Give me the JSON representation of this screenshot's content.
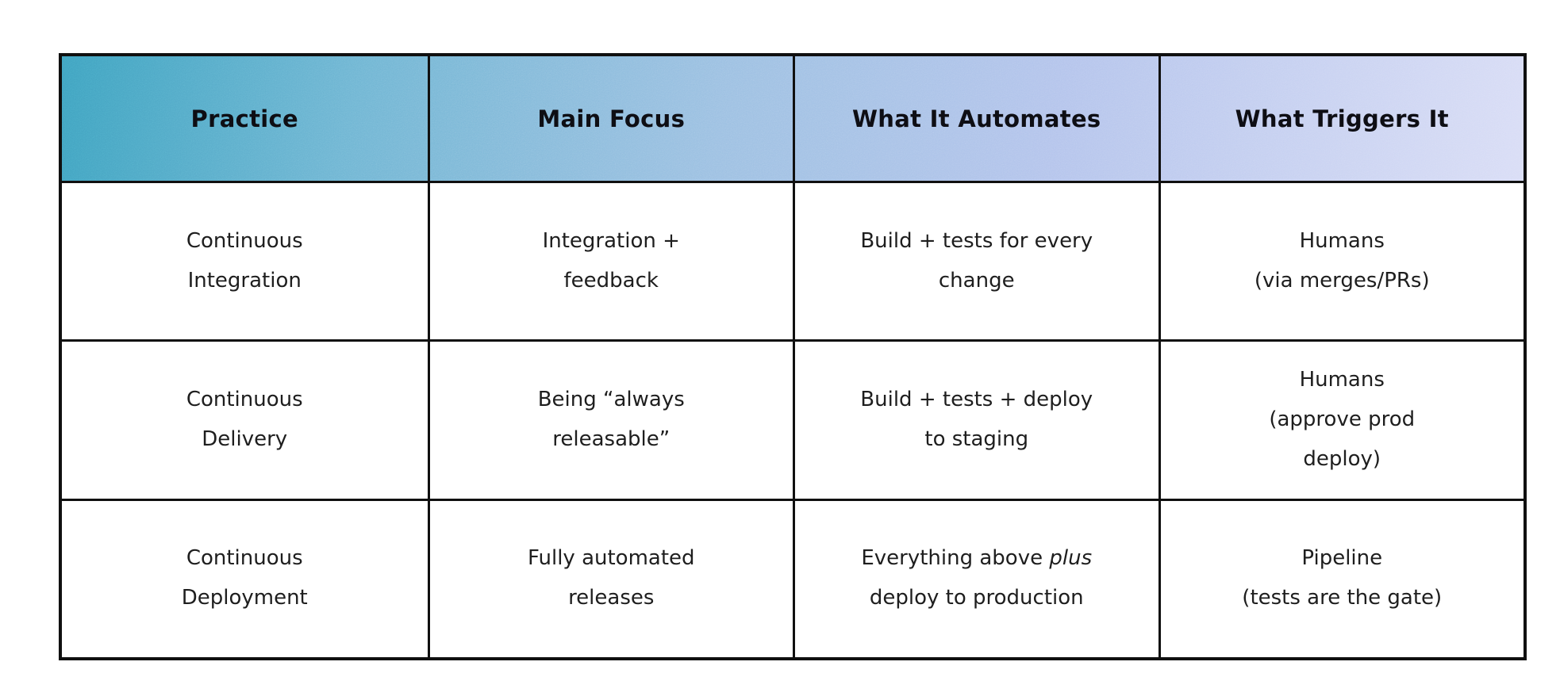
{
  "table": {
    "columns": [
      {
        "label": "Practice"
      },
      {
        "label": "Main Focus"
      },
      {
        "label": "What It Automates"
      },
      {
        "label": "What Triggers It"
      }
    ],
    "rows": [
      {
        "cells": [
          [
            "Continuous",
            "Integration"
          ],
          [
            "Integration +",
            "feedback"
          ],
          [
            "Build + tests for every",
            "change"
          ],
          [
            "Humans",
            "(via merges/PRs)"
          ]
        ]
      },
      {
        "cells": [
          [
            "Continuous",
            "Delivery"
          ],
          [
            "Being “always",
            "releasable”"
          ],
          [
            "Build + tests + deploy",
            "to staging"
          ],
          [
            "Humans",
            "(approve prod",
            "deploy)"
          ]
        ]
      },
      {
        "cells": [
          [
            "Continuous",
            "Deployment"
          ],
          [
            "Fully automated",
            "releases"
          ],
          [
            "Everything above *plus*",
            "deploy to production"
          ],
          [
            "Pipeline",
            "(tests are the gate)"
          ]
        ]
      }
    ]
  },
  "colors": {
    "header_gradient": [
      "#3fa2c0",
      "#6fb5d3",
      "#9cc0e2",
      "#b4c4ec",
      "#d9ddf6"
    ],
    "border": "#101010",
    "header_text": "#0e0e14",
    "body_text": "#1e1e1e",
    "background": "#ffffff"
  }
}
